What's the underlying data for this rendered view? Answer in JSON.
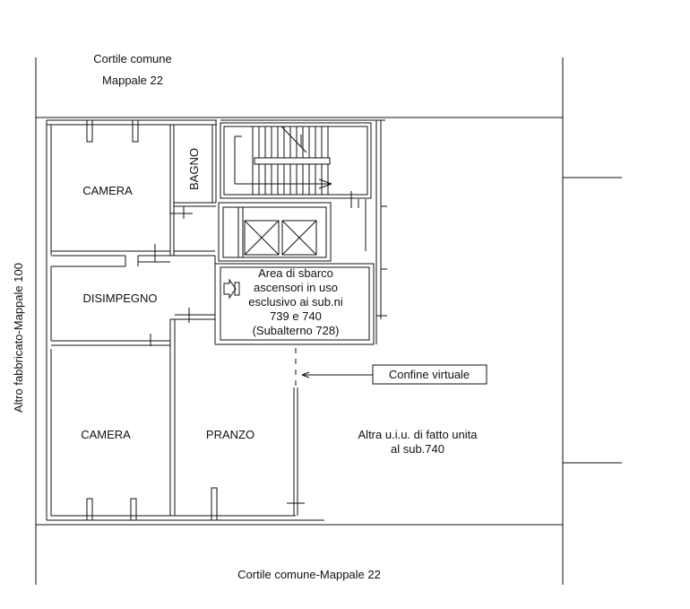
{
  "labels": {
    "courtyard_top_line1": "Cortile comune",
    "courtyard_top_line2": "Mappale 22",
    "courtyard_bottom": "Cortile comune-Mappale 22",
    "left_side": "Altro fabbricato-Mappale 100",
    "camera_top": "CAMERA",
    "bagno": "BAGNO",
    "disimpegno": "DISIMPEGNO",
    "camera_bottom": "CAMERA",
    "pranzo": "PRANZO",
    "landing_l1": "Area di sbarco",
    "landing_l2": "ascensori in uso",
    "landing_l3": "esclusivo ai sub.ni",
    "landing_l4": "739 e 740",
    "landing_l5": "(Subalterno 728)",
    "confine": "Confine virtuale",
    "other_l1": "Altra u.i.u. di fatto unita",
    "other_l2": "al sub.740"
  },
  "colors": {
    "line": "#111111",
    "background": "#ffffff"
  }
}
